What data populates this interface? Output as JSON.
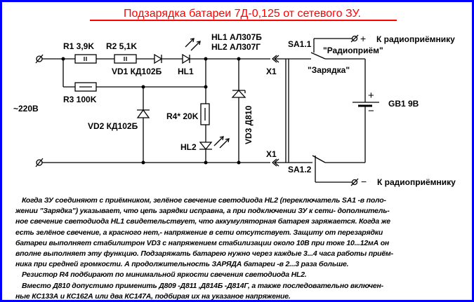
{
  "title": "Подзарядка батареи 7Д-0,125 от сетевого ЗУ.",
  "colors": {
    "title": "#ff0000",
    "border": "#0000ff",
    "wire": "#000000"
  },
  "labels": {
    "r1": "R1 3,9K",
    "r2": "R2 5,1K",
    "r3": "R3 100K",
    "r4": "R4* 20K",
    "vd1": "VD1 КД102Б",
    "vd2": "VD2 КД102Б",
    "vd3": "VD3 Д810",
    "hl1": "HL1",
    "hl2": "HL2",
    "hl_types_1": "HL1 АЛ307Б",
    "hl_types_2": "HL2 АЛ307Г",
    "mains": "~220В",
    "x1_top": "X1",
    "x1_bottom": "X1",
    "sa11": "SA1.1",
    "sa12": "SA1.2",
    "radio_mode": "\"Радиоприём\"",
    "charge_mode": "\"Зарядка\"",
    "battery": "GB1 9В",
    "plus": "+",
    "minus": "−",
    "out_plus": "К радиоприёмнику",
    "out_minus": "К радиоприёмнику"
  },
  "description": [
    "Когда ЗУ соединяют с приёмником, зелёное свечение светодиода HL2 (переключатель SA1 -в поло-",
    "жении \"Зарядка\") указывает, что цепь зарядки исправна, а при подключении ЗУ к сети- дополнитель-",
    "ное свечение светодиода HL1 свидетельствует, что аккумуляторная батарея заряжается. Когда же",
    "есть зелёное свечение, а красного нет,- напряжение в сети отсутствует. Защиту от перезарядки",
    "батареи выполняет стабилитрон VD3 с напряжением стабилизации около 10В при токе 10...12мА он",
    "вполне выполняет эту функцию. Подзаряжать батарею нужно через каждые 3...4 часа работы приём-",
    "ника при средней громкости. А продолжительность ЗАРЯДА батареи -в 2...3 раза больше.",
    "Резистор R4 подбирают по минимальной яркости свечения светодиода HL2.",
    "Вместо Д810 допустимо применить Д809 -Д811 ,Д814Б -Д814Г, а также последовательно включен-",
    "ные КС133А и КС162А или два КС147А, подбирая их на указаное напряжение."
  ]
}
